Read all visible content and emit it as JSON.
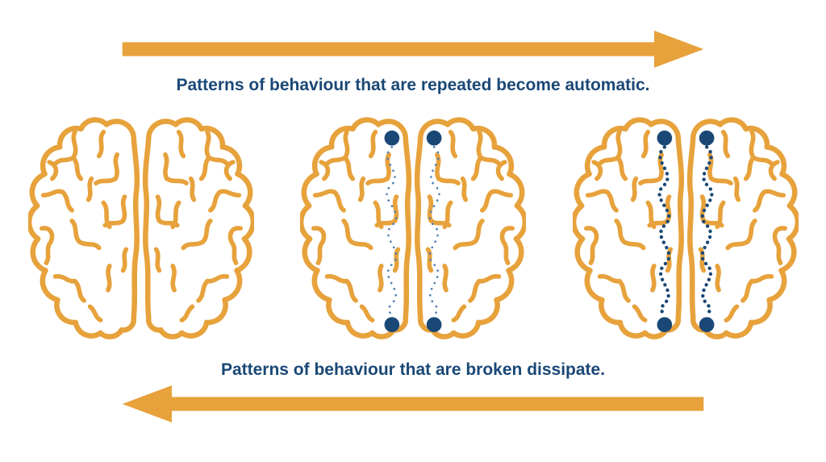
{
  "captions": {
    "top": "Patterns of behaviour that are repeated become automatic.",
    "bottom": "Patterns of behaviour that are broken dissipate."
  },
  "colors": {
    "orange": "#E7A23C",
    "navy": "#1A4876",
    "path_light": "#4E7FB5",
    "bg": "#FFFFFF"
  },
  "arrows": {
    "top_direction": "right",
    "bottom_direction": "left"
  },
  "brains": [
    {
      "id": "brain-1",
      "pathway": "none"
    },
    {
      "id": "brain-2",
      "pathway": "faint"
    },
    {
      "id": "brain-3",
      "pathway": "strong"
    }
  ]
}
